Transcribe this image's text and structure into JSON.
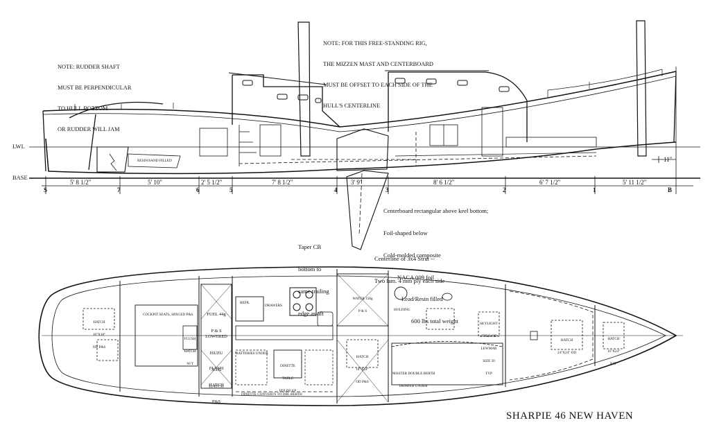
{
  "title": "SHARPIE 46 NEW HAVEN",
  "notes": {
    "rudder": [
      "NOTE: RUDDER SHAFT",
      "MUST BE PERPENDICULAR",
      "TO HULL BOTTOM",
      "OR RUDDER WILL JAM"
    ],
    "rig": [
      "NOTE: FOR THIS FREE-STANDING RIG,",
      "THE MIZZEN MAST AND CENTERBOARD",
      "MUST BE OFFSET TO EACH SIDE OF THE",
      "HULL'S CENTERLINE"
    ]
  },
  "waterlines": {
    "lwl": "LWL",
    "base": "BASE"
  },
  "stations": {
    "stern": "S",
    "s7": "7",
    "s6": "6",
    "s5": "5",
    "s4": "4",
    "s3": "3",
    "s2": "2",
    "s1": "1",
    "bow": "B"
  },
  "spacings": [
    "5' 8 1/2\"",
    "5' 10\"",
    "2' 5 1/2\"",
    "7' 8 1/2\"",
    "3' 9\"",
    "8' 6 1/2\"",
    "6' 7 1/2\"",
    "5' 11 1/2\""
  ],
  "bow_dim": "11\"",
  "profile_labels": {
    "resin": "RESIN/SAND FILLED"
  },
  "centerboard_note": [
    "Centerboard rectangular above keel bottom;",
    "Foil-shaped below",
    "Cold-molded composite",
    "NACA 009 foil",
    "Lead/Resin filled",
    "600 lbs total weight"
  ],
  "taper_note": [
    "Taper CB",
    "bottom to",
    "same trailing",
    "edge as aft"
  ],
  "strut_note": [
    "Centerline of 3x4 Strut --",
    "Two lam. 4 mm ply each side"
  ],
  "plan_labels": {
    "hatch_stern": [
      "HATCH",
      "18\"X18\"",
      "OD P&S"
    ],
    "cockpit": "COCKPIT SEATS, HINGED P&S",
    "flush_hatch_wt": [
      "FLUSH",
      "HATCH",
      "W/T"
    ],
    "fuel": [
      "FUEL 44g",
      "P & S"
    ],
    "engine": [
      "LOWERED",
      "ISUZU",
      "3LD2",
      "HATCH"
    ],
    "flush_hatch_ps": [
      "FLUSH",
      "HATCH",
      "P&S"
    ],
    "refr": "REFR.",
    "drawers": "DRAWERS",
    "batteries": "BATTERIES UNDER",
    "dinette": [
      "DINETTE",
      "TABLE",
      "FOLDS UP"
    ],
    "dinette_converts": "DINETTE CONVERTS TO DBL BERTH",
    "water": [
      "WATER 150g",
      "P & S"
    ],
    "hatch_mid": [
      "HATCH",
      "18\"X24\"",
      "OD P&S"
    ],
    "holding": "HOLDING",
    "master": [
      "MASTER DOUBLE BERTH",
      "DRAWER UNDER"
    ],
    "skylight": [
      "SKYLIGHT",
      "27X22 OD",
      "LEWMAR",
      "SIZE 50",
      "TYP"
    ],
    "hatch_fwd": [
      "HATCH",
      "24\"X24\" OD"
    ],
    "hatch_bow": [
      "HATCH",
      "16\"X24\"",
      "X15\""
    ]
  }
}
